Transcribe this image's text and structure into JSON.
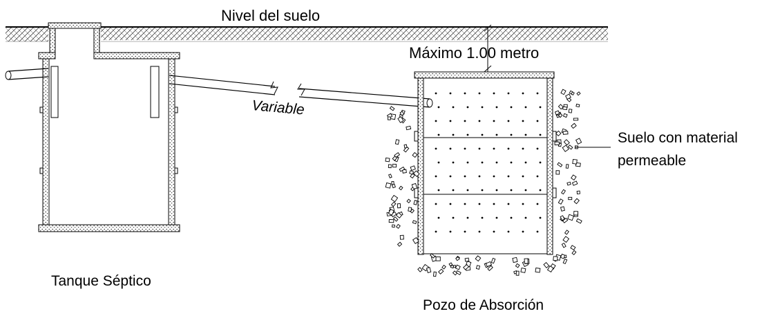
{
  "labels": {
    "ground_level": "Nivel del suelo",
    "max_depth": "Máximo 1.00 metro",
    "variable": "Variable",
    "soil_line1": "Suelo con material",
    "soil_line2": "permeable",
    "septic_tank": "Tanque Séptico",
    "absorption_well": "Pozo de Absorción"
  },
  "colors": {
    "line": "#000000",
    "hatch": "#555555",
    "background": "#ffffff"
  }
}
